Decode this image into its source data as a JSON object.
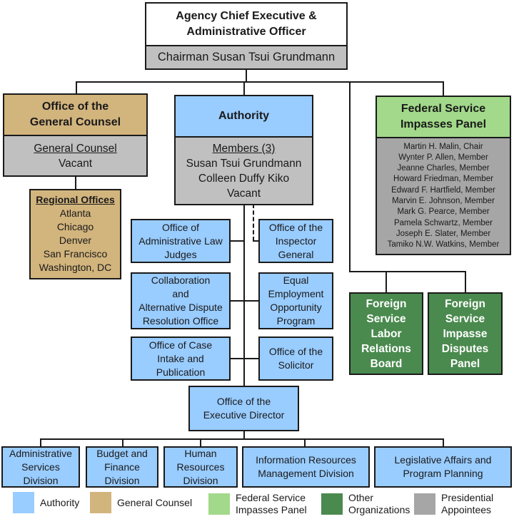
{
  "top": {
    "title_lines": [
      "Agency Chief Executive &",
      "Administrative Officer"
    ],
    "chairman": "Chairman Susan Tsui Grundmann"
  },
  "general_counsel": {
    "title_lines": [
      "Office of the",
      "General Counsel"
    ],
    "role": "General Counsel",
    "holder": "Vacant"
  },
  "regional_offices": {
    "title": "Regional Offices",
    "cities": [
      "Atlanta",
      "Chicago",
      "Denver",
      "San Francisco",
      "Washington, DC"
    ]
  },
  "authority": {
    "title": "Authority",
    "members_label": "Members (3)",
    "members": [
      "Susan Tsui Grundmann",
      "Colleen Duffy Kiko",
      "Vacant"
    ]
  },
  "fsip": {
    "title_lines": [
      "Federal Service",
      "Impasses Panel"
    ],
    "members": [
      "Martin H. Malin, Chair",
      "Wynter P. Allen, Member",
      "Jeanne Charles, Member",
      "Howard Friedman, Member",
      "Edward F. Hartfield, Member",
      "Marvin E. Johnson, Member",
      "Mark G. Pearce, Member",
      "Pamela Schwartz, Member",
      "Joseph E. Slater, Member",
      "Tamiko N.W. Watkins, Member"
    ]
  },
  "offices": {
    "alj": [
      "Office of",
      "Administrative Law",
      "Judges"
    ],
    "ig": [
      "Office of the",
      "Inspector",
      "General"
    ],
    "cadr": [
      "Collaboration",
      "and",
      "Alternative Dispute",
      "Resolution Office"
    ],
    "eeo": [
      "Equal",
      "Employment",
      "Opportunity",
      "Program"
    ],
    "case_intake": [
      "Office of Case",
      "Intake and",
      "Publication"
    ],
    "solicitor": [
      "Office of the",
      "Solicitor"
    ],
    "exec_director": [
      "Office of the",
      "Executive Director"
    ]
  },
  "foreign_service": {
    "fslrb": [
      "Foreign",
      "Service",
      "Labor",
      "Relations",
      "Board"
    ],
    "fsidp": [
      "Foreign",
      "Service",
      "Impasse",
      "Disputes",
      "Panel"
    ]
  },
  "divisions": [
    [
      "Administrative",
      "Services",
      "Division"
    ],
    [
      "Budget and",
      "Finance",
      "Division"
    ],
    [
      "Human",
      "Resources",
      "Division"
    ],
    [
      "Information Resources",
      "Management Division"
    ],
    [
      "Legislative Affairs and",
      "Program Planning"
    ]
  ],
  "legend": [
    {
      "label_lines": [
        "Authority"
      ],
      "color": "#99ccff"
    },
    {
      "label_lines": [
        "General Counsel"
      ],
      "color": "#d2b47d"
    },
    {
      "label_lines": [
        "Federal Service",
        "Impasses Panel"
      ],
      "color": "#a2d98a"
    },
    {
      "label_lines": [
        "Other",
        "Organizations"
      ],
      "color": "#4a8a4e"
    },
    {
      "label_lines": [
        "Presidential",
        "Appointees"
      ],
      "color": "#a6a6a6"
    }
  ]
}
